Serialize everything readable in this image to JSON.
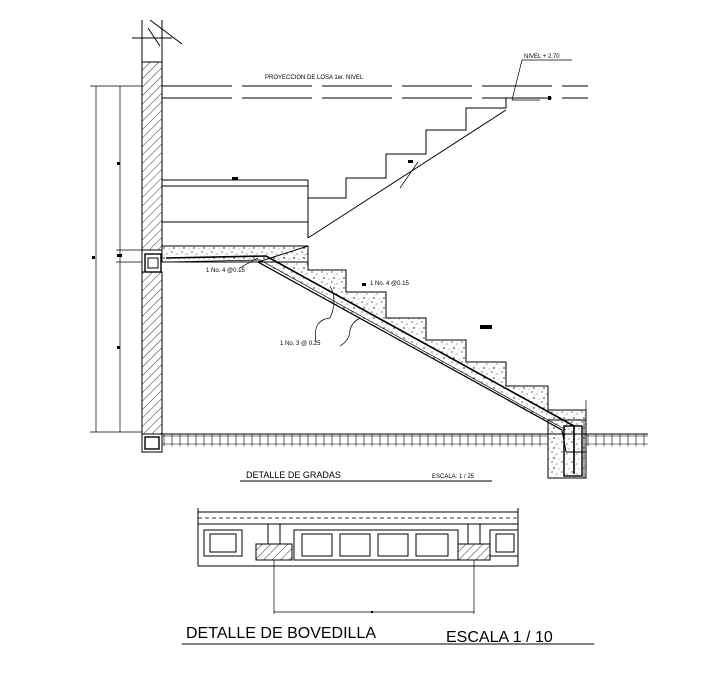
{
  "stair_detail": {
    "slab_projection_label": "PROYECCION DE LOSA 1er. NIVEL",
    "level_label": "NIVEL + 2.70",
    "rebar_label_1": "1 No. 4 @0.15",
    "rebar_label_2": "1 No. 4 @0.15",
    "rebar_label_3": "1 No. 3 @ 0.25",
    "title": "DETALLE DE GRADAS",
    "scale": "ESCALA: 1 / 25"
  },
  "bovedilla_detail": {
    "title": "DETALLE DE BOVEDILLA",
    "scale": "ESCALA 1 / 10"
  }
}
